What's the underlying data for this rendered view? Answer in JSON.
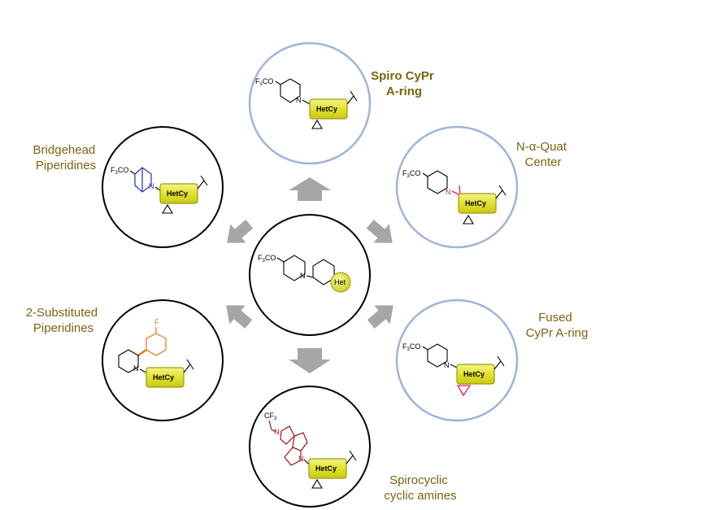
{
  "center": {
    "substituent": "F3CO",
    "n_label": "N",
    "het_label": "Het"
  },
  "nodes": [
    {
      "id": "spiro-cypr-a-ring",
      "caption": [
        "Spiro CyPr",
        "A-ring"
      ],
      "bold": true,
      "ring_color": "#9fb4d9",
      "substituent": "F3CO",
      "n_label": "N",
      "box_label": "HetCy"
    },
    {
      "id": "n-alpha-quat-center",
      "caption": [
        "N-α-Quat",
        "Center"
      ],
      "bold": false,
      "ring_color": "#9fb4d9",
      "substituent": "F3CO",
      "n_label": "N",
      "box_label": "HetCy",
      "highlight": "#e0157a"
    },
    {
      "id": "fused-cypr-a-ring",
      "caption": [
        "Fused",
        "CyPr A-ring"
      ],
      "bold": false,
      "ring_color": "#9fb4d9",
      "substituent": "F3CO",
      "n_label": "N",
      "box_label": "HetCy",
      "highlight": "#e0157a"
    },
    {
      "id": "spirocyclic-cyclic-amines",
      "caption": [
        "Spirocyclic",
        "cyclic amines"
      ],
      "bold": false,
      "ring_color": "#000000",
      "substituent": "CF3",
      "n_label": "N",
      "n_label_2": "N",
      "box_label": "HetCy",
      "highlight": "#a01515"
    },
    {
      "id": "2-substituted-piperidines",
      "caption": [
        "2-Substituted",
        "Piperidines"
      ],
      "bold": false,
      "ring_color": "#000000",
      "substituent": "F",
      "n_label": "N",
      "box_label": "HetCy",
      "highlight": "#e07a10"
    },
    {
      "id": "bridgehead-piperidines",
      "caption": [
        "Bridgehead",
        "Piperidines"
      ],
      "bold": false,
      "ring_color": "#000000",
      "substituent": "F3CO",
      "n_label": "N",
      "box_label": "HetCy",
      "highlight": "#2030c0"
    }
  ],
  "colors": {
    "caption": "#7a6412",
    "box_fill": "#e6e63a",
    "box_stroke": "#9a9a10",
    "arrow": "#a6a6a6",
    "center_ring": "#000000"
  }
}
